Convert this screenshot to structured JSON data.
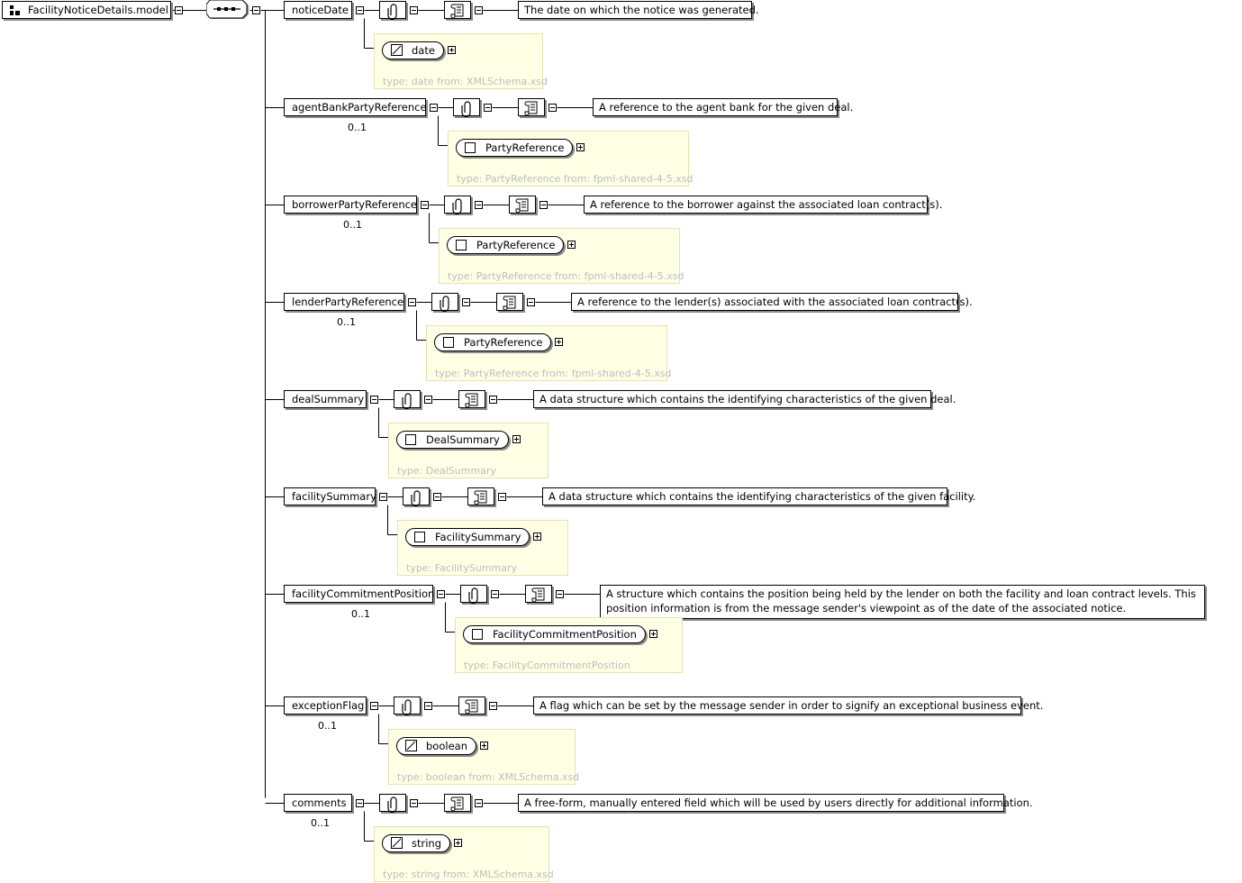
{
  "root": {
    "label": "FacilityNoticeDetails.model",
    "icon": "group-icon",
    "compositor_icon": "sequence-icon"
  },
  "elements": [
    {
      "name": "noticeDate",
      "occurrence": "",
      "documentation": "The date on which the notice was generated.",
      "type_name": "date",
      "type_kind": "simple",
      "type_label": "type: date from: XMLSchema.xsd"
    },
    {
      "name": "agentBankPartyReference",
      "occurrence": "0..1",
      "documentation": "A reference to the agent bank for the given deal.",
      "type_name": "PartyReference",
      "type_kind": "complex",
      "type_label": "type: PartyReference from: fpml-shared-4-5.xsd"
    },
    {
      "name": "borrowerPartyReference",
      "occurrence": "0..1",
      "documentation": "A reference to the borrower against the associated loan contract(s).",
      "type_name": "PartyReference",
      "type_kind": "complex",
      "type_label": "type: PartyReference from: fpml-shared-4-5.xsd"
    },
    {
      "name": "lenderPartyReference",
      "occurrence": "0..1",
      "documentation": "A reference to the lender(s) associated with the associated loan contract(s).",
      "type_name": "PartyReference",
      "type_kind": "complex",
      "type_label": "type: PartyReference from: fpml-shared-4-5.xsd"
    },
    {
      "name": "dealSummary",
      "occurrence": "",
      "documentation": "A data structure which contains the identifying characteristics of the given deal.",
      "type_name": "DealSummary",
      "type_kind": "complex",
      "type_label": "type: DealSummary"
    },
    {
      "name": "facilitySummary",
      "occurrence": "",
      "documentation": "A data structure which contains the identifying characteristics of the given facility.",
      "type_name": "FacilitySummary",
      "type_kind": "complex",
      "type_label": "type: FacilitySummary"
    },
    {
      "name": "facilityCommitmentPosition",
      "occurrence": "0..1",
      "documentation": "A structure which contains the position being held by the lender on both the facility and loan contract levels. This position information is from the message sender's viewpoint as of the date of the associated notice.",
      "type_name": "FacilityCommitmentPosition",
      "type_kind": "complex",
      "type_label": "type: FacilityCommitmentPosition"
    },
    {
      "name": "exceptionFlag",
      "occurrence": "0..1",
      "documentation": "A flag which can be set by the message sender in order to signify an exceptional business event.",
      "type_name": "boolean",
      "type_kind": "simple",
      "type_label": "type: boolean from: XMLSchema.xsd"
    },
    {
      "name": "comments",
      "occurrence": "0..1",
      "documentation": "A free-form, manually entered field which will be used by users directly for additional information.",
      "type_name": "string",
      "type_kind": "simple",
      "type_label": "type: string from: XMLSchema.xsd"
    }
  ],
  "icons": {
    "annotation": "paperclip-icon",
    "documentation": "scroll-icon",
    "simple_type": "simple-type-icon",
    "complex_type": "complex-type-icon"
  }
}
